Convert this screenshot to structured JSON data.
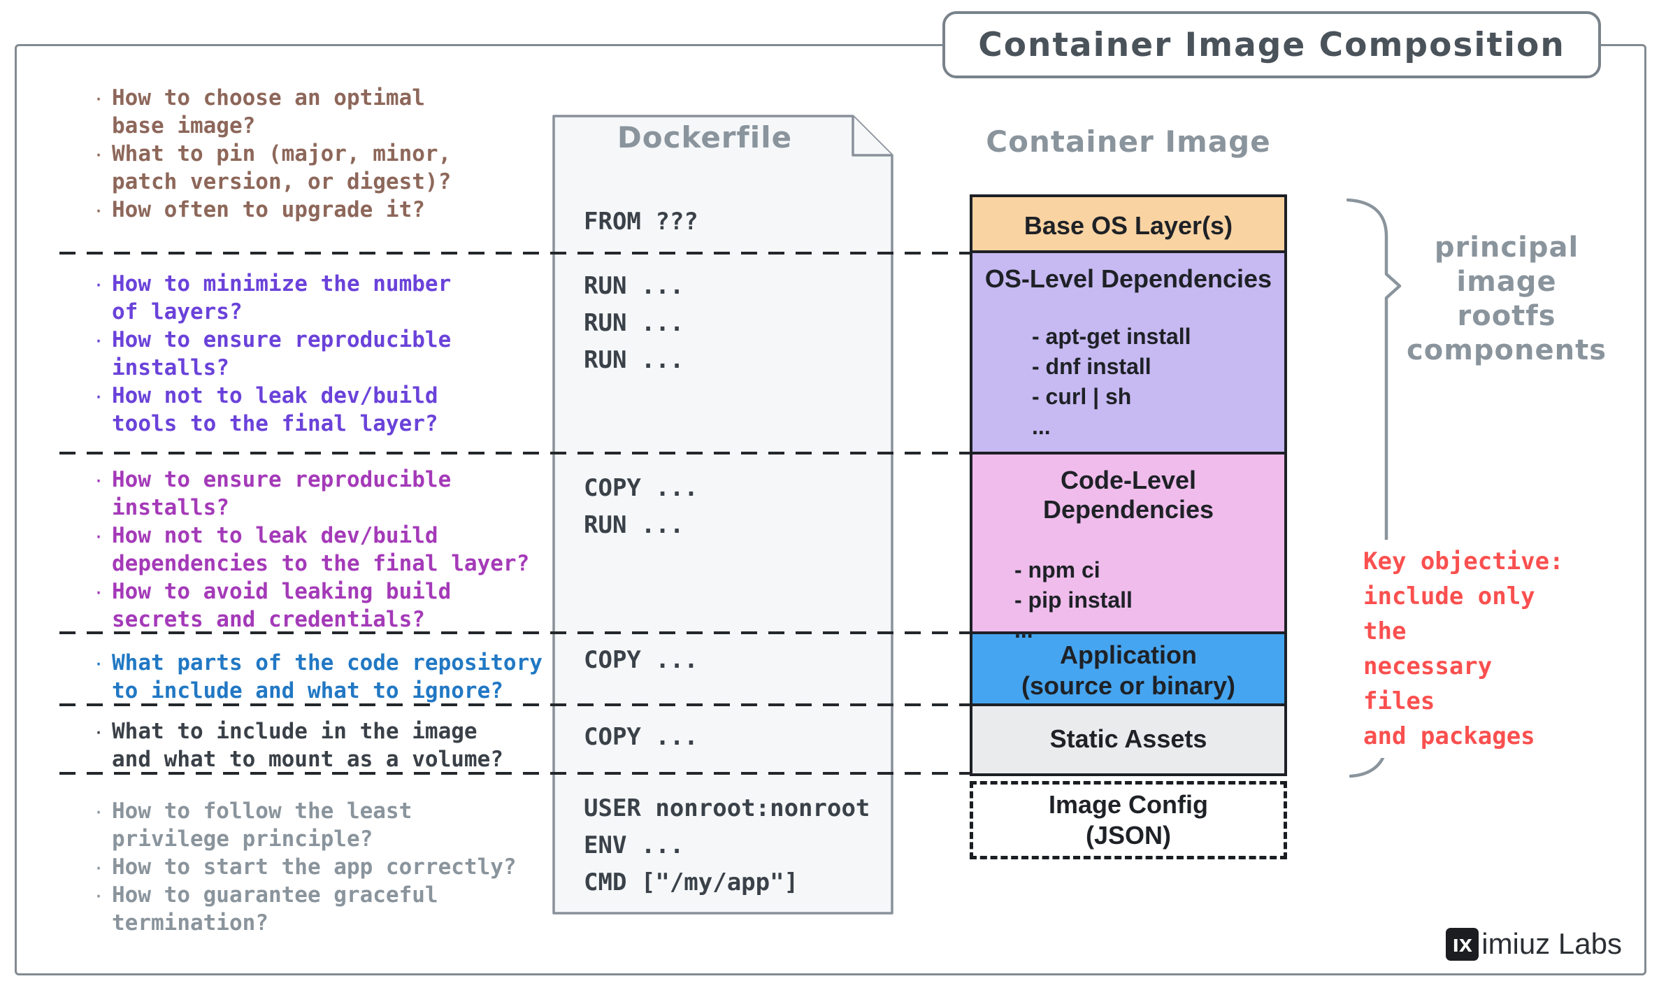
{
  "title": "Container Image Composition",
  "questions": {
    "groups": [
      {
        "color": "#8d675a",
        "items": [
          {
            "lines": [
              "How to choose an optimal",
              "base image?"
            ]
          },
          {
            "lines": [
              "What to pin (major, minor,",
              "patch version, or digest)?"
            ]
          },
          {
            "lines": [
              "How often to upgrade it?"
            ]
          }
        ]
      },
      {
        "color": "#6a42d9",
        "items": [
          {
            "lines": [
              "How to minimize the number",
              "of layers?"
            ]
          },
          {
            "lines": [
              "How to ensure reproducible",
              "installs?"
            ]
          },
          {
            "lines": [
              "How not to leak dev/build",
              "tools to the final layer?"
            ]
          }
        ]
      },
      {
        "color": "#a43ab8",
        "items": [
          {
            "lines": [
              "How to ensure reproducible",
              "installs?"
            ]
          },
          {
            "lines": [
              "How not to leak dev/build",
              "dependencies to the final layer?"
            ]
          },
          {
            "lines": [
              "How to avoid leaking build",
              "secrets and credentials?"
            ]
          }
        ]
      },
      {
        "color": "#2178c4",
        "items": [
          {
            "lines": [
              "What parts of the code repository",
              "to include and what to ignore?"
            ]
          }
        ]
      },
      {
        "color": "#3a4047",
        "items": [
          {
            "lines": [
              "What to include in the image",
              "and what to mount as a volume?"
            ]
          }
        ]
      },
      {
        "color": "#8a949c",
        "items": [
          {
            "lines": [
              "How to follow the least",
              "privilege principle?"
            ]
          },
          {
            "lines": [
              "How to start the app correctly?"
            ]
          },
          {
            "lines": [
              "How to guarantee graceful",
              "termination?"
            ]
          }
        ]
      }
    ]
  },
  "dockerfile": {
    "title": "Dockerfile",
    "sections": [
      {
        "lines": [
          "FROM ???"
        ]
      },
      {
        "lines": [
          "RUN ...",
          "RUN ...",
          "RUN ..."
        ]
      },
      {
        "lines": [
          "COPY ...",
          "RUN ..."
        ]
      },
      {
        "lines": [
          "COPY ..."
        ]
      },
      {
        "lines": [
          "COPY ..."
        ]
      },
      {
        "lines": [
          "USER nonroot:nonroot",
          "ENV ...",
          "CMD [\"/my/app\"]"
        ]
      }
    ]
  },
  "container_image": {
    "title": "Container Image",
    "layers": [
      {
        "label": "Base OS Layer(s)",
        "color": "#f9d3a2",
        "items": []
      },
      {
        "label": "OS-Level Dependencies",
        "color": "#c7b9f2",
        "items": [
          "- apt-get install",
          "- dnf install",
          "- curl | sh",
          "..."
        ]
      },
      {
        "label": "Code-Level Dependencies",
        "color": "#efbcec",
        "items": [
          "- npm ci",
          "- pip install",
          "..."
        ]
      },
      {
        "label": "Application",
        "sublabel": "(source or binary)",
        "color": "#46a5f0",
        "items": []
      },
      {
        "label": "Static Assets",
        "color": "#e9ebed",
        "items": []
      }
    ],
    "config_layer": {
      "lines": [
        "Image Config",
        "(JSON)"
      ]
    }
  },
  "annotations": {
    "brace_label": {
      "lines": [
        "principal",
        "image rootfs",
        "components"
      ],
      "color": "#8a949c"
    },
    "key_objective": {
      "lines": [
        "Key objective:",
        "include only the",
        "necessary files",
        "and packages"
      ],
      "color": "#f9504f"
    }
  },
  "logo": {
    "mark": "ıx",
    "text": "imiuz Labs"
  }
}
